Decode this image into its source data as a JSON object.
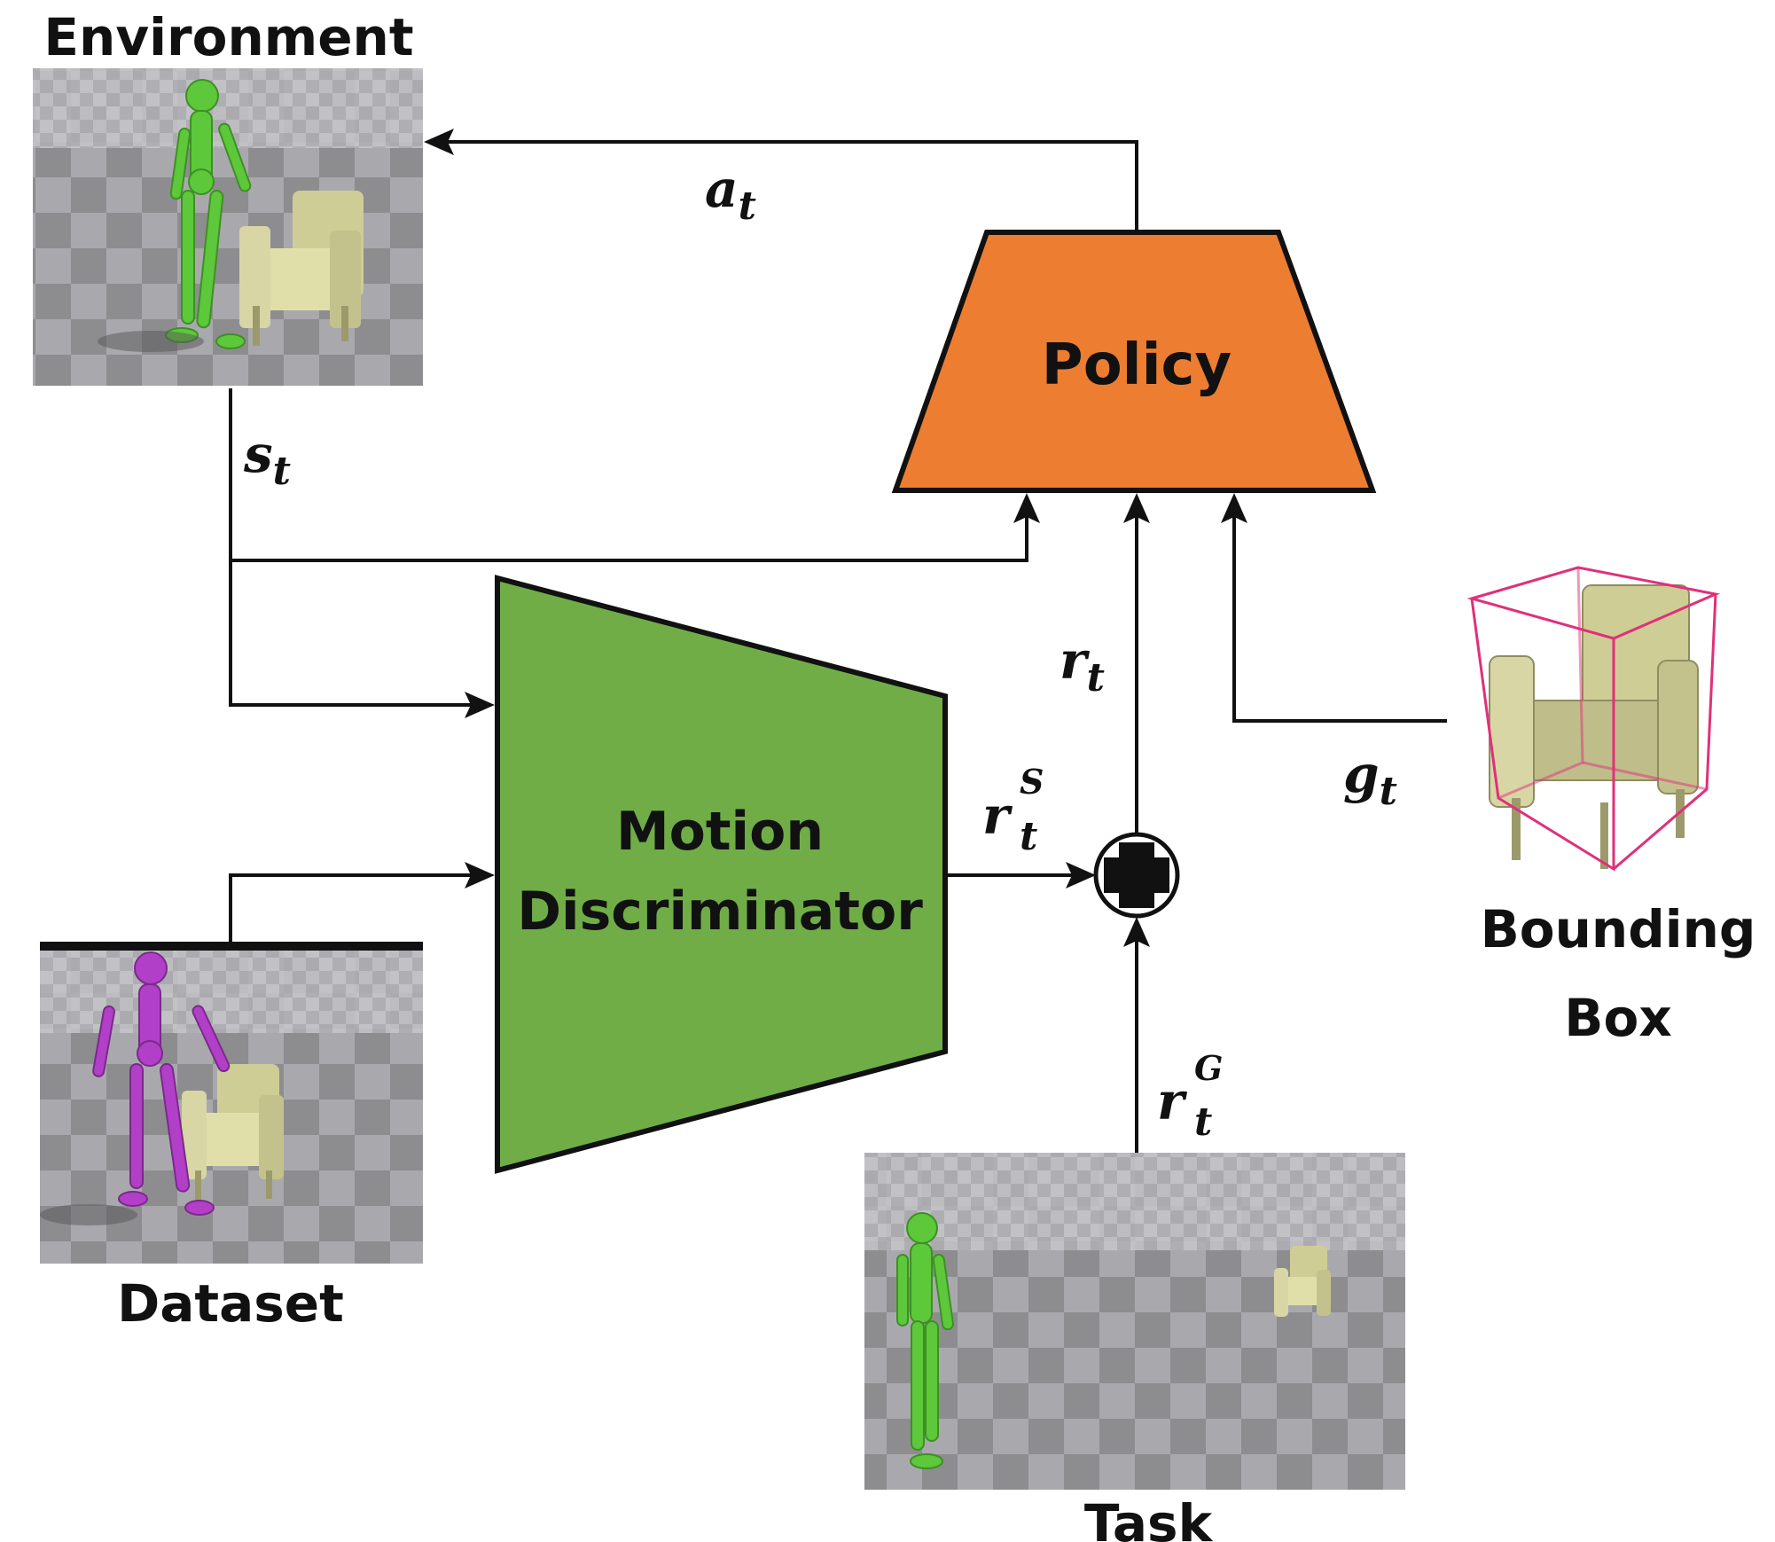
{
  "labels": {
    "environment": "Environment",
    "policy": "Policy",
    "motion_line1": "Motion",
    "motion_line2": "Discriminator",
    "dataset": "Dataset",
    "task": "Task",
    "bbox_line1": "Bounding",
    "bbox_line2": "Box"
  },
  "symbols": {
    "a": "a",
    "a_sub": "t",
    "s": "s",
    "s_sub": "t",
    "r": "r",
    "r_sub": "t",
    "rs": "r",
    "rs_sub": "t",
    "rs_sup": "S",
    "rg": "r",
    "rg_sub": "t",
    "rg_sup": "G",
    "g": "g",
    "g_sub": "t"
  },
  "colors": {
    "policy_fill": "#ED7D31",
    "discriminator_fill": "#70AD47",
    "stroke": "#111111",
    "character_green": "#5CC83A",
    "character_purple": "#B23FC8",
    "bbox_pink": "#E0307A",
    "chair": "#D8D6A4"
  }
}
